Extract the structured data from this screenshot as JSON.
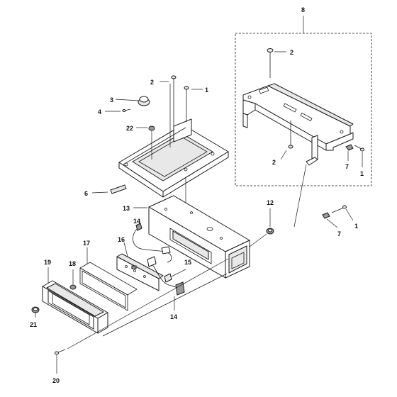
{
  "callouts": {
    "c1a": "1",
    "c1b": "1",
    "c1c": "1",
    "c2a": "2",
    "c2b": "2",
    "c2c": "2",
    "c3": "3",
    "c4": "4",
    "c6": "6",
    "c7a": "7",
    "c7b": "7",
    "c8": "8",
    "c12": "12",
    "c13": "13",
    "c14a": "14",
    "c14b": "14",
    "c15": "15",
    "c16": "16",
    "c17": "17",
    "c18": "18",
    "c19": "19",
    "c20": "20",
    "c21": "21",
    "c22": "22"
  }
}
